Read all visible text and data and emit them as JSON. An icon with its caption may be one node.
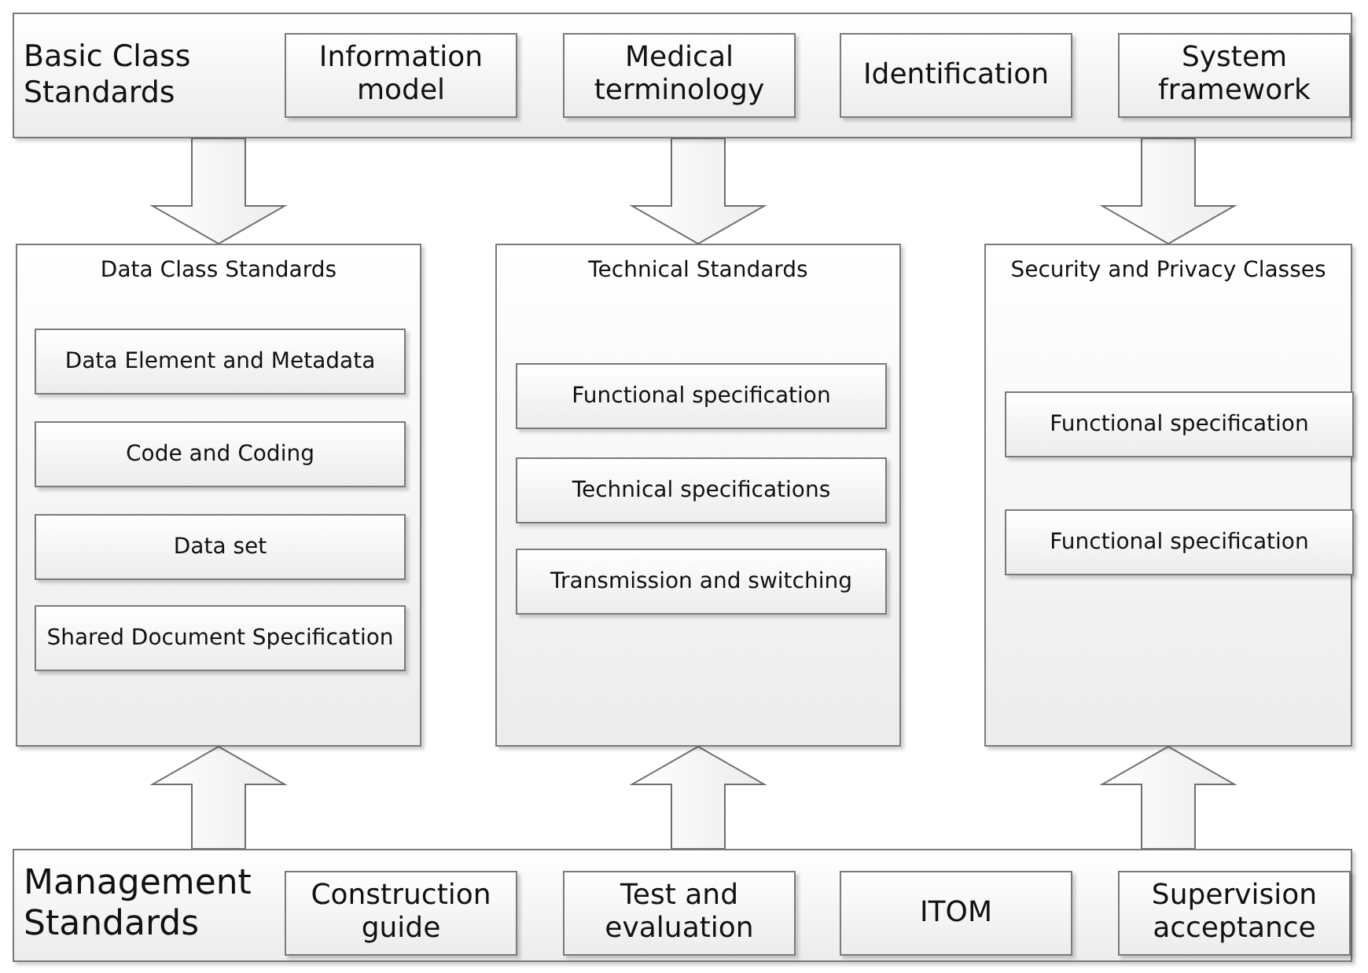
{
  "diagram": {
    "nodes": [
      {
        "text": [
          "Basic Class Standards"
        ]
      },
      {
        "text": [
          "Information model"
        ],
        "in": 0
      },
      {
        "text": [
          "Medical terminology"
        ],
        "in": 0
      },
      {
        "text": [
          "Identification"
        ],
        "in": 0
      },
      {
        "text": [
          "System framework"
        ],
        "in": 0
      },
      {
        "text": [
          "Data Class Standards"
        ]
      },
      {
        "text": [
          "Data Element and Metadata"
        ],
        "in": 5
      },
      {
        "text": [
          "Code and Coding"
        ],
        "in": 5
      },
      {
        "text": [
          "Data set"
        ],
        "in": 5
      },
      {
        "text": [
          "Shared Document Specification"
        ],
        "in": 5
      },
      {
        "text": [
          "Technical Standards"
        ]
      },
      {
        "text": [
          "Functional specification"
        ],
        "in": 10
      },
      {
        "text": [
          "Technical specifications"
        ],
        "in": 10
      },
      {
        "text": [
          "Transmission and switching"
        ],
        "in": 10
      },
      {
        "text": [
          "Security and Privacy Classes"
        ]
      },
      {
        "text": [
          "Functional specification"
        ],
        "in": 14
      },
      {
        "text": [
          "Functional specification"
        ],
        "in": 14
      },
      {
        "text": [
          "Management Standards"
        ]
      },
      {
        "text": [
          "Construction guide"
        ],
        "in": 17
      },
      {
        "text": [
          "Test and evaluation"
        ],
        "in": 17
      },
      {
        "text": [
          "ITOM"
        ],
        "in": 17
      },
      {
        "text": [
          "Supervision acceptance"
        ],
        "in": 17
      }
    ],
    "edges": [
      {
        "from": 0,
        "to": 5,
        "arrow": "to"
      },
      {
        "from": 0,
        "to": 10,
        "arrow": "to"
      },
      {
        "from": 0,
        "to": 14,
        "arrow": "to"
      },
      {
        "from": 17,
        "to": 5,
        "arrow": "to"
      },
      {
        "from": 17,
        "to": 10,
        "arrow": "to"
      },
      {
        "from": 17,
        "to": 14,
        "arrow": "to"
      }
    ]
  }
}
